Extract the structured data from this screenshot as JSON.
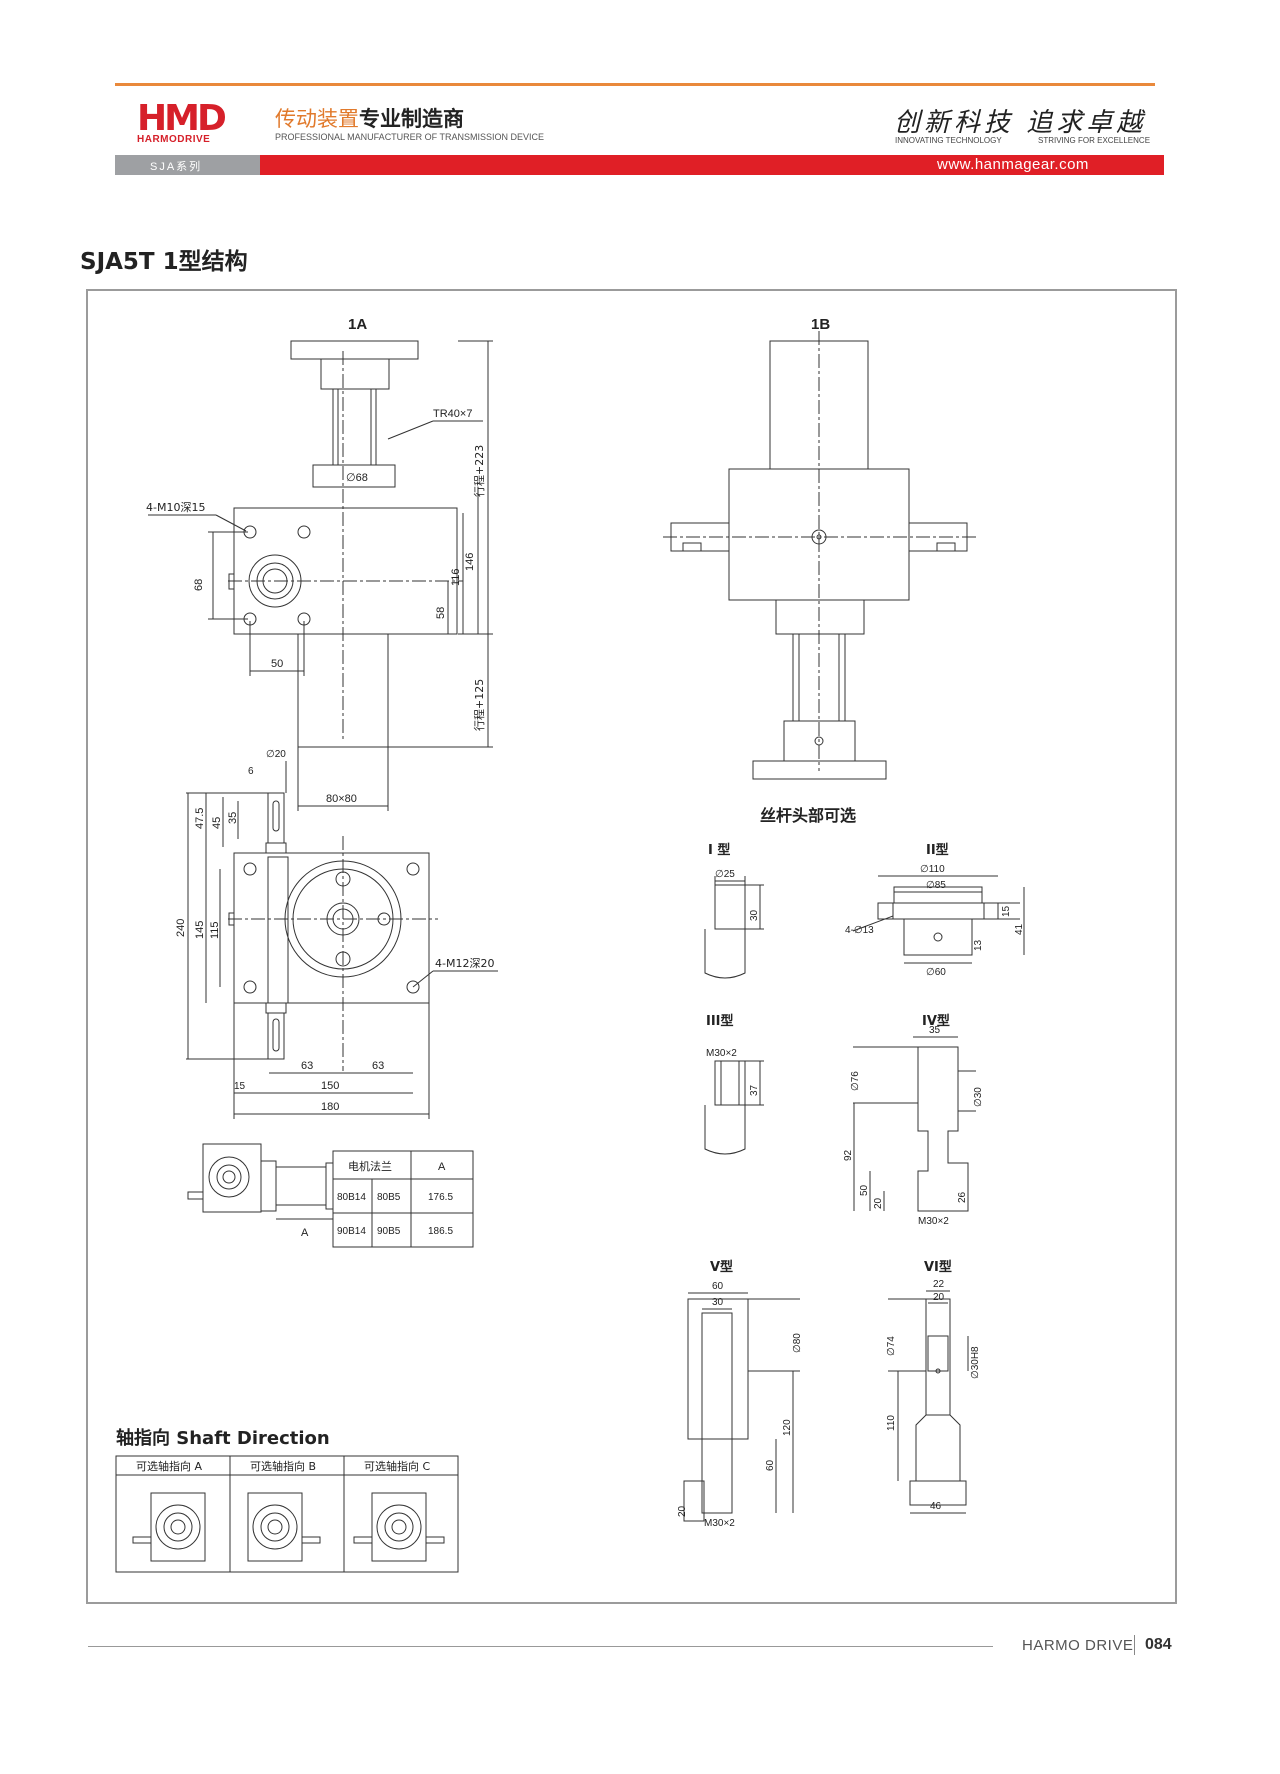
{
  "header": {
    "logo_text": "HMD",
    "logo_sub": "HARMODRIVE",
    "brand_cn_1": "传动装置",
    "brand_cn_2": "专业制造商",
    "brand_en": "PROFESSIONAL MANUFACTURER OF TRANSMISSION DEVICE",
    "slogan_cn": "创新科技 追求卓越",
    "slogan_en_1": "INNOVATING TECHNOLOGY",
    "slogan_en_2": "STRIVING FOR EXCELLENCE",
    "series": "SJA系列",
    "url": "www.hanmagear.com",
    "colors": {
      "accent_orange": "#e9893b",
      "brand_red": "#e01f26",
      "bar_gray": "#9ea0a3"
    }
  },
  "section_title": "SJA5T 1型结构",
  "view_1a": {
    "label": "1A",
    "thread": "TR40×7",
    "hole_label": "4-M10深15",
    "d68": "∅68",
    "dims": {
      "stroke_top": "行程+223",
      "stroke_bottom": "行程+125",
      "h146": "146",
      "h116": "116",
      "h58": "58",
      "h68": "68",
      "w50": "50",
      "w80x80": "80×80"
    }
  },
  "view_1b": {
    "label": "1B"
  },
  "screw_heads": {
    "title": "丝杆头部可选",
    "type1": {
      "label": "I 型",
      "d": "∅25",
      "h": "30"
    },
    "type2": {
      "label": "II型",
      "d110": "∅110",
      "d85": "∅85",
      "d60": "∅60",
      "holes": "4-∅13",
      "h15": "15",
      "h41": "41",
      "h13": "13"
    },
    "type3": {
      "label": "III型",
      "thread": "M30×2",
      "h": "37"
    },
    "type4": {
      "label": "IV型",
      "w35": "35",
      "d76": "∅76",
      "d30": "∅30",
      "h92": "92",
      "h50": "50",
      "h20": "20",
      "h26": "26",
      "thread": "M30×2"
    },
    "type5": {
      "label": "V型",
      "w60": "60",
      "w30": "30",
      "d80": "∅80",
      "h120": "120",
      "h60": "60",
      "h20": "20",
      "thread": "M30×2"
    },
    "type6": {
      "label": "VI型",
      "w22": "22",
      "w20": "20",
      "d74": "∅74",
      "d30": "∅30H8",
      "h110": "110",
      "w46": "46"
    }
  },
  "front_view": {
    "d20": "∅20",
    "k6": "6",
    "h47_5": "47.5",
    "h45": "45",
    "h35": "35",
    "h240": "240",
    "h145": "145",
    "h115": "115",
    "holes": "4-M12深20",
    "w63a": "63",
    "w63b": "63",
    "w15": "15",
    "w150": "150",
    "w180": "180"
  },
  "motor_flange": {
    "dim_a": "A",
    "headers": [
      "电机法兰",
      "A"
    ],
    "rows": [
      {
        "c1": "80B14",
        "c2": "80B5",
        "a": "176.5"
      },
      {
        "c1": "90B14",
        "c2": "90B5",
        "a": "186.5"
      }
    ]
  },
  "shaft_direction": {
    "title": "轴指向 Shaft Direction",
    "options": [
      "可选轴指向 A",
      "可选轴指向 B",
      "可选轴指向 C"
    ]
  },
  "footer": {
    "brand": "HARMO DRIVE",
    "page": "084"
  }
}
